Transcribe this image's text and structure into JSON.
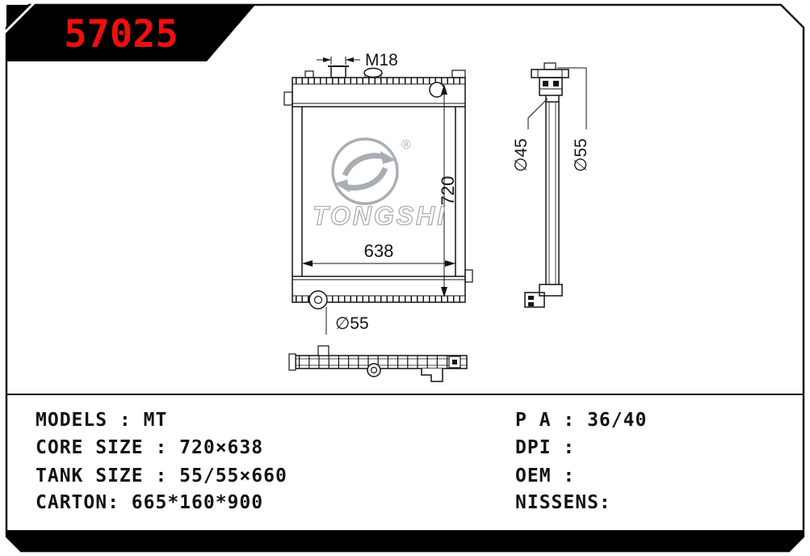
{
  "banner": {
    "part_number": "57025",
    "text_color": "#f10e0e",
    "bg_color": "#000000"
  },
  "drawing": {
    "front_view": {
      "thread_dim": "M18",
      "height_dim": "720",
      "width_dim": "638",
      "outlet_dim": "∅55"
    },
    "side_view": {
      "inlet_dim": "∅45",
      "outlet_dim": "∅55"
    },
    "watermark": {
      "brand": "TONGSHI",
      "registered": "®"
    }
  },
  "specs": {
    "left": [
      "MODELS : MT",
      "CORE SIZE : 720×638",
      "TANK SIZE : 55/55×660",
      "CARTON: 665*160*900"
    ],
    "right": [
      "P A : 36/40",
      "DPI : ",
      "OEM : ",
      "NISSENS:"
    ]
  }
}
